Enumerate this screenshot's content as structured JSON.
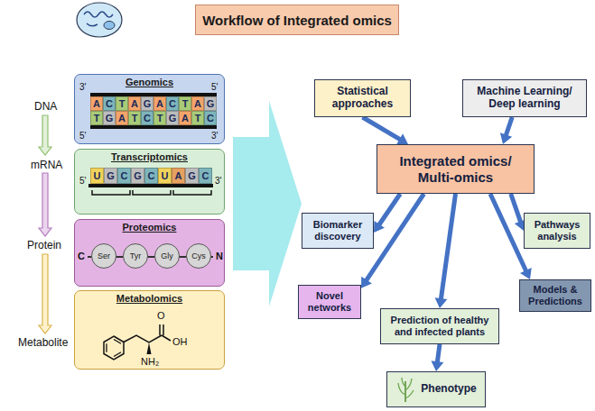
{
  "diagram": {
    "title": "Workflow of Integrated omics",
    "nodes": [
      {
        "text": [
          "Genomics"
        ]
      },
      {
        "text": [
          "A"
        ],
        "in": 0
      },
      {
        "text": [
          "C"
        ],
        "in": 0
      },
      {
        "text": [
          "T"
        ],
        "in": 0
      },
      {
        "text": [
          "A"
        ],
        "in": 0
      },
      {
        "text": [
          "G"
        ],
        "in": 0
      },
      {
        "text": [
          "A"
        ],
        "in": 0
      },
      {
        "text": [
          "C"
        ],
        "in": 0
      },
      {
        "text": [
          "T"
        ],
        "in": 0
      },
      {
        "text": [
          "A"
        ],
        "in": 0
      },
      {
        "text": [
          "G"
        ],
        "in": 0
      },
      {
        "text": [
          "T"
        ],
        "in": 0
      },
      {
        "text": [
          "G"
        ],
        "in": 0
      },
      {
        "text": [
          "A"
        ],
        "in": 0
      },
      {
        "text": [
          "T"
        ],
        "in": 0
      },
      {
        "text": [
          "C"
        ],
        "in": 0
      },
      {
        "text": [
          "T"
        ],
        "in": 0
      },
      {
        "text": [
          "G"
        ],
        "in": 0
      },
      {
        "text": [
          "A"
        ],
        "in": 0
      },
      {
        "text": [
          "T"
        ],
        "in": 0
      },
      {
        "text": [
          "C"
        ],
        "in": 0
      },
      {
        "text": [
          "Transcriptomics"
        ]
      },
      {
        "text": [
          "U"
        ],
        "in": 21
      },
      {
        "text": [
          "G"
        ],
        "in": 21
      },
      {
        "text": [
          "C"
        ],
        "in": 21
      },
      {
        "text": [
          "G"
        ],
        "in": 21
      },
      {
        "text": [
          "C"
        ],
        "in": 21
      },
      {
        "text": [
          "U"
        ],
        "in": 21
      },
      {
        "text": [
          "A"
        ],
        "in": 21
      },
      {
        "text": [
          "G"
        ],
        "in": 21
      },
      {
        "text": [
          "C"
        ],
        "in": 21
      },
      {
        "text": [
          "Proteomics"
        ]
      },
      {
        "text": [
          "Ser"
        ],
        "in": 31
      },
      {
        "text": [
          "Tyr"
        ],
        "in": 31
      },
      {
        "text": [
          "Gly"
        ],
        "in": 31
      },
      {
        "text": [
          "Cys"
        ],
        "in": 31
      },
      {
        "text": [
          "Metabolomics"
        ]
      },
      {
        "text": [
          "Statistical approaches"
        ]
      },
      {
        "text": [
          "Machine Learning/ Deep learning"
        ]
      },
      {
        "text": [
          "Integrated omics/ Multi-omics"
        ]
      },
      {
        "text": [
          "Biomarker discovery"
        ]
      },
      {
        "text": [
          "Pathways analysis"
        ]
      },
      {
        "text": [
          "Novel networks"
        ]
      },
      {
        "text": [
          "Models & Predictions"
        ]
      },
      {
        "text": [
          "Prediction of healthy and infected plants"
        ]
      },
      {
        "text": [
          "Phenotype"
        ]
      }
    ],
    "edges": [
      {
        "from": 37,
        "to": 39,
        "arrow": "to"
      },
      {
        "from": 38,
        "to": 39,
        "arrow": "to"
      },
      {
        "from": 39,
        "to": 40,
        "arrow": "to"
      },
      {
        "from": 39,
        "to": 41,
        "arrow": "to"
      },
      {
        "from": 39,
        "to": 42,
        "arrow": "to"
      },
      {
        "from": 39,
        "to": 44,
        "arrow": "to"
      },
      {
        "from": 39,
        "to": 43,
        "arrow": "to"
      },
      {
        "from": 44,
        "to": 45,
        "arrow": "to"
      }
    ],
    "labels": [
      "DNA",
      "3'",
      "5'",
      "5'",
      "3'",
      "mRNA",
      "5'",
      "3'",
      "Protein",
      "C",
      "N",
      "Metabolite",
      "O",
      "OH",
      "NH₂"
    ]
  }
}
